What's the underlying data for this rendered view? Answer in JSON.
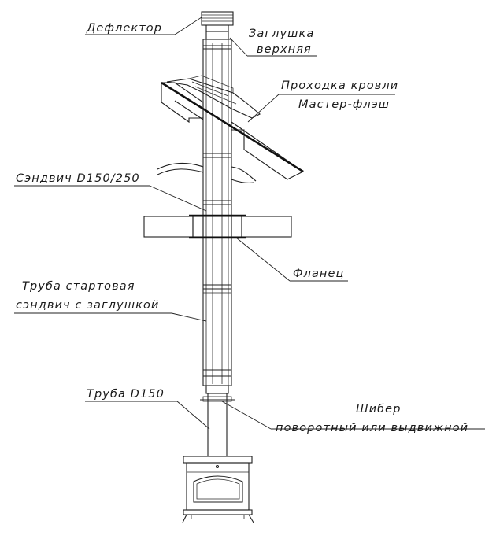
{
  "labels": {
    "deflector": "Дефлектор",
    "cap_top_1": "Заглушка",
    "cap_top_2": "верхняя",
    "roof_pass_1": "Проходка кровли",
    "roof_pass_2": "Мастер-флэш",
    "sandwich": "Сэндвич D150/250",
    "flange": "Фланец",
    "starter_1": "Труба стартовая",
    "starter_2": "сэндвич с заглушкой",
    "pipe": "Труба D150",
    "damper_1": "Шибер",
    "damper_2": "поворотный или выдвижной"
  },
  "colors": {
    "line": "#1f1f1f",
    "background": "#ffffff"
  }
}
